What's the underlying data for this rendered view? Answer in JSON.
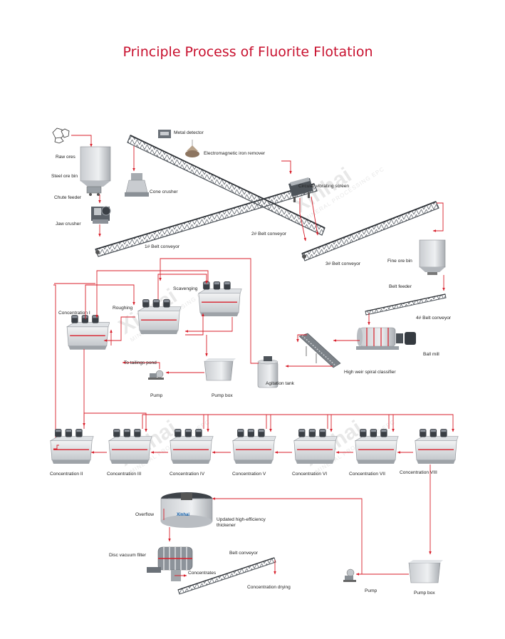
{
  "title": "Principle Process of Fluorite Flotation",
  "watermark": {
    "brand": "Xinhai",
    "sub": "MINERAL PROCESSING EPC"
  },
  "colors": {
    "flow": "#d81e2a",
    "title": "#c8102e"
  },
  "labels": {
    "raw_ores": "Raw ores",
    "steel_ore_bin": "Steel ore bin",
    "chute_feeder": "Chute feeder",
    "jaw_crusher": "Jaw crusher",
    "metal_detector": "Metal detector",
    "em_iron_remover": "Electromagnetic iron remover",
    "cone_crusher": "Cone crusher",
    "circular_screen": "Circular vibrating screen",
    "belt1": "1# Belt conveyor",
    "belt2": "2# Belt conveyor",
    "belt3": "3# Belt conveyor",
    "fine_ore_bin": "Fine ore bin",
    "belt_feeder": "Belt feeder",
    "belt4": "4# Belt conveyor",
    "ball_mill": "Ball mill",
    "classifier": "High weir spiral classifier",
    "agitation_tank": "Agitation tank",
    "conc1": "Concentration I",
    "roughing": "Roughing",
    "scavenging": "Scavenging",
    "to_tailings": "To tailings pond",
    "pump1": "Pump",
    "pump_box1": "Pump box",
    "conc2": "Concentration II",
    "conc3": "Concentration III",
    "conc4": "Concentration IV",
    "conc5": "Concentration V",
    "conc6": "Concentration VI",
    "conc7": "Concentration VII",
    "conc8": "Concentration VIII",
    "overflow": "Overflow",
    "thickener_1": "Updated high-efficiency",
    "thickener_2": "thickener",
    "disc_filter": "Disc vacuum filter",
    "concentrates": "Concentrates",
    "belt_conveyor": "Belt conveyor",
    "conc_drying": "Concentration drying",
    "pump2": "Pump",
    "pump_box2": "Pump box",
    "thickener_logo": "Xinhai"
  }
}
